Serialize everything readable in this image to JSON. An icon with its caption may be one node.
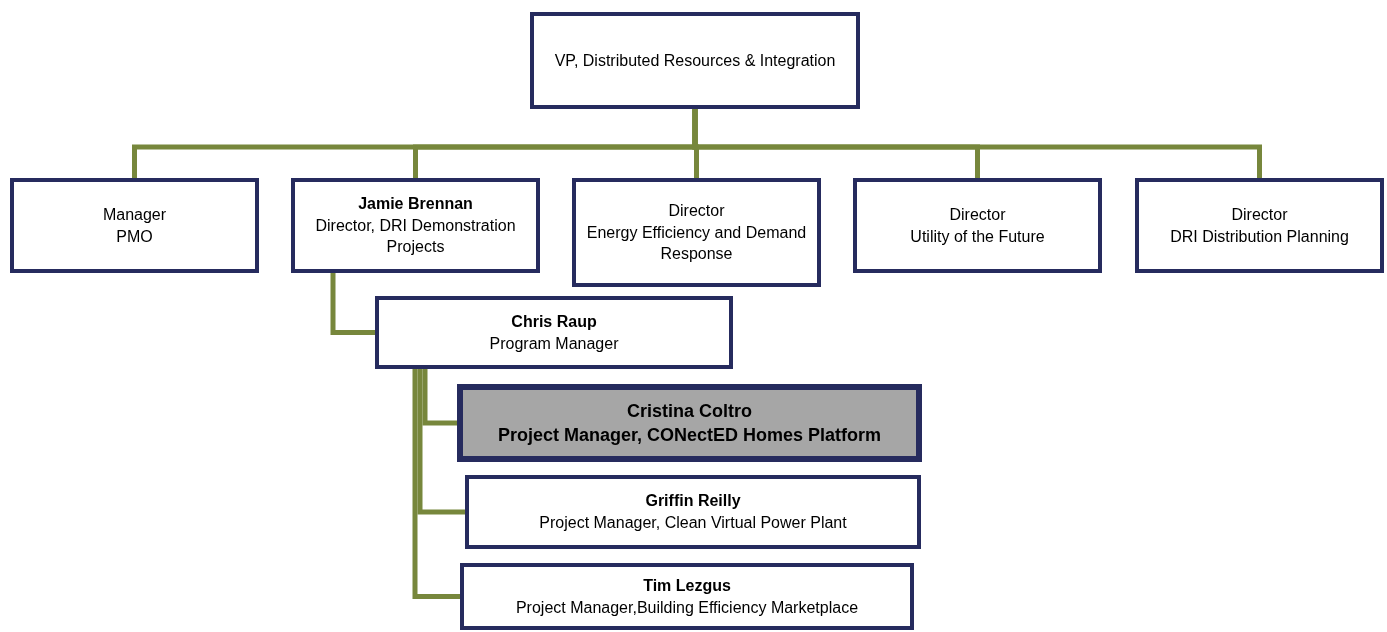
{
  "diagram": {
    "nodes": [
      {
        "text": [
          "VP, Distributed Resources & Integration"
        ]
      },
      {
        "text": [
          "Manager",
          "PMO"
        ]
      },
      {
        "text": [
          "Jamie Brennan",
          "Director, DRI Demonstration Projects"
        ]
      },
      {
        "text": [
          "Director",
          "Energy Efficiency and Demand Response"
        ]
      },
      {
        "text": [
          "Director",
          "Utility of the Future"
        ]
      },
      {
        "text": [
          "Director",
          "DRI Distribution Planning"
        ]
      },
      {
        "text": [
          "Chris Raup",
          "Program Manager"
        ]
      },
      {
        "text": [
          "Cristina Coltro",
          "Project Manager, CONectED Homes Platform"
        ]
      },
      {
        "text": [
          "Griffin Reilly",
          "Project Manager, Clean Virtual Power Plant"
        ]
      },
      {
        "text": [
          "Tim Lezgus",
          "Project Manager,Building Efficiency Marketplace"
        ]
      }
    ],
    "edges": [
      {
        "from": 0,
        "to": 1,
        "arrow": "none"
      },
      {
        "from": 0,
        "to": 2,
        "arrow": "none"
      },
      {
        "from": 0,
        "to": 3,
        "arrow": "none"
      },
      {
        "from": 0,
        "to": 4,
        "arrow": "none"
      },
      {
        "from": 0,
        "to": 5,
        "arrow": "none"
      },
      {
        "from": 2,
        "to": 6,
        "arrow": "none"
      },
      {
        "from": 6,
        "to": 7,
        "arrow": "none"
      },
      {
        "from": 6,
        "to": 8,
        "arrow": "none"
      },
      {
        "from": 6,
        "to": 9,
        "arrow": "none"
      }
    ]
  }
}
